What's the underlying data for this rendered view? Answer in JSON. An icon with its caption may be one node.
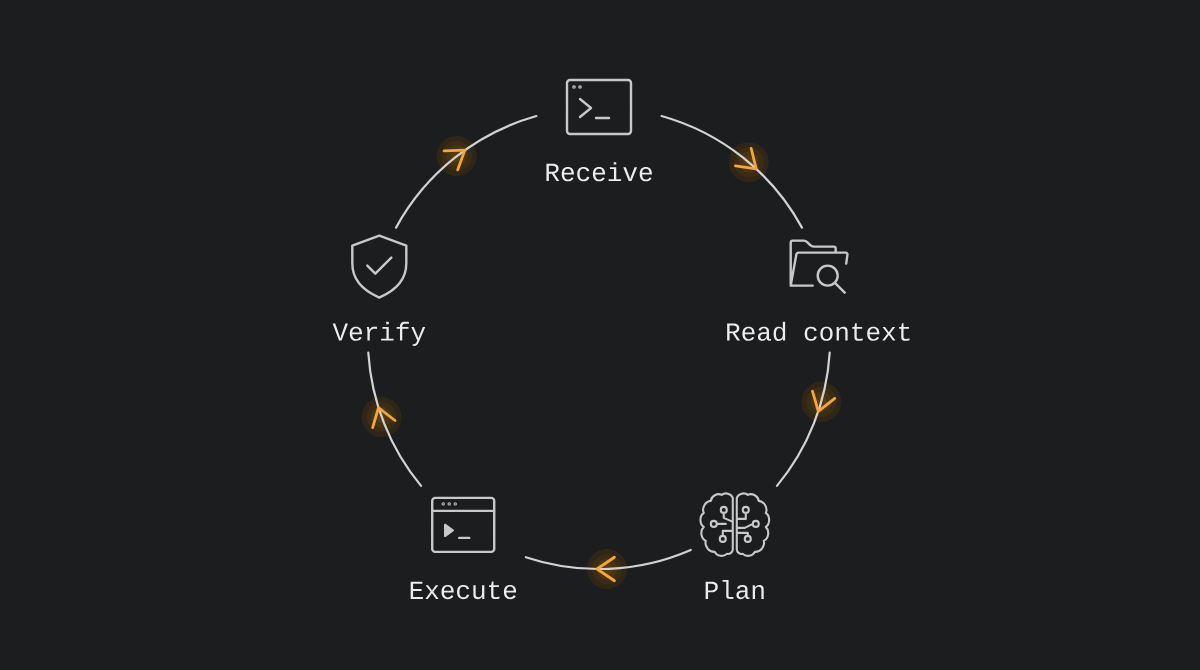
{
  "diagram": {
    "nodes": [
      {
        "text": [
          "Receive"
        ]
      },
      {
        "text": [
          "Read context"
        ]
      },
      {
        "text": [
          "Plan"
        ]
      },
      {
        "text": [
          "Execute"
        ]
      },
      {
        "text": [
          "Verify"
        ]
      }
    ],
    "edges": [
      {
        "from": 0,
        "to": 1,
        "arrow": "to"
      },
      {
        "from": 1,
        "to": 2,
        "arrow": "to"
      },
      {
        "from": 2,
        "to": 3,
        "arrow": "to"
      },
      {
        "from": 3,
        "to": 4,
        "arrow": "to"
      },
      {
        "from": 4,
        "to": 0,
        "arrow": "to"
      }
    ]
  }
}
